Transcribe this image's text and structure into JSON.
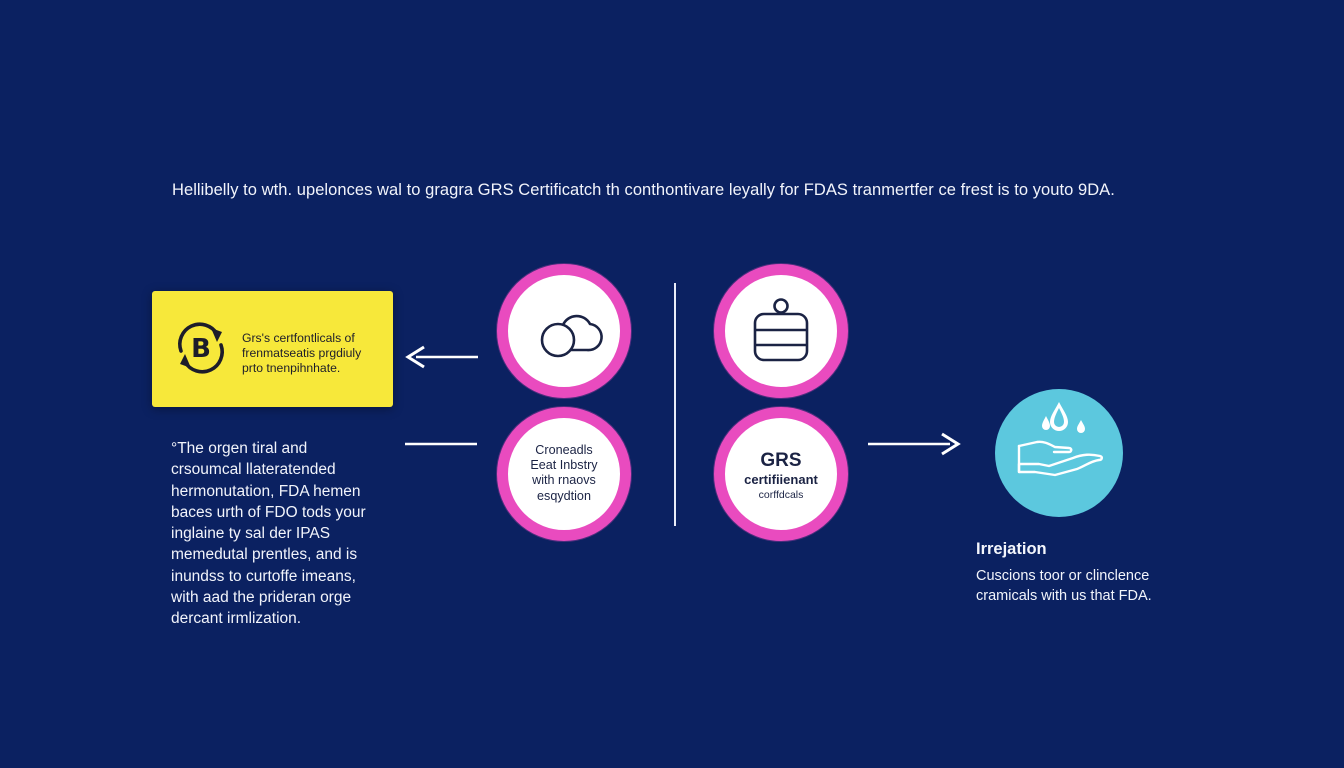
{
  "headline": "Hellibelly to wth. upelonces wal to gragra GRS Certificatch th conthontivare leyally for FDAS tranmertfer ce frest is to youto 9DA.",
  "yellow_card": {
    "logo_letter": "B",
    "lines": [
      "Grs's certfontlicals of",
      "frenmatseatis prgdiuly",
      "prto tnenpihnhate."
    ]
  },
  "left_paragraph": {
    "lines": [
      "°The orgen tiral and",
      "crsoumcal llateratended",
      "hermonutation, FDA hemen",
      "baces urth of FDO tods your",
      "inglaine ty sal der IPAS",
      "memedutal prentles, and is",
      "inundss to curtoffe imeans,",
      "with aad the prideran orge",
      "dercant irmlization."
    ]
  },
  "circles": {
    "top_left": {
      "icon": "cloud-icon"
    },
    "bottom_left": {
      "lines": [
        "Croneadls",
        "Eeat Inbstry",
        "with rnaovs",
        "esqydtion"
      ]
    },
    "top_right": {
      "icon": "container-icon"
    },
    "bottom_right": {
      "title": "GRS",
      "subtitle": "certifiienant",
      "small": "corffdcals"
    }
  },
  "irrigation": {
    "icon": "hand-water-drops-icon",
    "title": "Irrejation",
    "lines": [
      "Cuscions toor or clinclence",
      "cramicals with us that FDA."
    ]
  },
  "colors": {
    "background": "#0b2161",
    "card_yellow": "#f7e83a",
    "ring_pink": "#e94bbf",
    "irrigation_cyan": "#5cc8de",
    "text_white": "#f2f4fb"
  }
}
